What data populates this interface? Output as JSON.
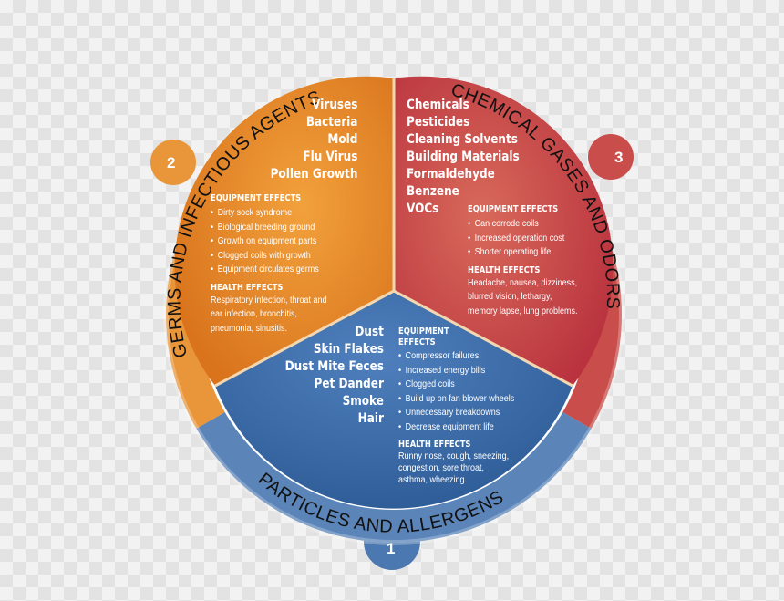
{
  "segments": {
    "germs": {
      "number": "2",
      "band_label": "GERMS AND INFECTIOUS AGENTS",
      "items": [
        "Viruses",
        "Bacteria",
        "Mold",
        "Flu Virus",
        "Pollen Growth"
      ],
      "equipment_heading": "EQUIPMENT EFFECTS",
      "equipment_effects": [
        "Dirty sock syndrome",
        "Biological breeding ground",
        "Growth on equipment parts",
        "Clogged coils with growth",
        "Equipment circulates germs"
      ],
      "health_heading": "HEALTH EFFECTS",
      "health_lines": [
        "Respiratory infection, throat and",
        "ear infection, bronchitis,",
        "pneumonia, sinusitis."
      ]
    },
    "chemical": {
      "number": "3",
      "band_label": "CHEMICAL GASES AND ODORS",
      "items": [
        "Chemicals",
        "Pesticides",
        "Cleaning Solvents",
        "Building Materials",
        "Formaldehyde",
        "Benzene",
        "VOCs"
      ],
      "equipment_heading": "EQUIPMENT EFFECTS",
      "equipment_effects": [
        "Can corrode coils",
        "Increased operation cost",
        "Shorter operating life"
      ],
      "health_heading": "HEALTH EFFECTS",
      "health_lines": [
        "Headache, nausea, dizziness,",
        "blurred vision, lethargy,",
        "memory lapse, lung problems."
      ]
    },
    "particles": {
      "number": "1",
      "band_label": "PARTICLES AND ALLERGENS",
      "items": [
        "Dust",
        "Skin Flakes",
        "Dust Mite Feces",
        "Pet Dander",
        "Smoke",
        "Hair"
      ],
      "equipment_heading_1": "EQUIPMENT",
      "equipment_heading_2": "EFFECTS",
      "equipment_effects": [
        "Compressor failures",
        "Increased energy bills",
        "Clogged coils",
        "Build up on fan blower wheels",
        "Unnecessary breakdowns",
        "Decrease equipment life"
      ],
      "health_heading": "HEALTH EFFECTS",
      "health_lines": [
        "Runny nose, cough, sneezing,",
        "congestion, sore throat,",
        "asthma, wheezing."
      ]
    }
  },
  "colors": {
    "germs": "#e88a2a",
    "chemical": "#c8434a",
    "particles": "#3f6ea8",
    "band_orange": "#e9963a",
    "band_red": "#c94e4b",
    "band_blue": "#5b84b8"
  }
}
